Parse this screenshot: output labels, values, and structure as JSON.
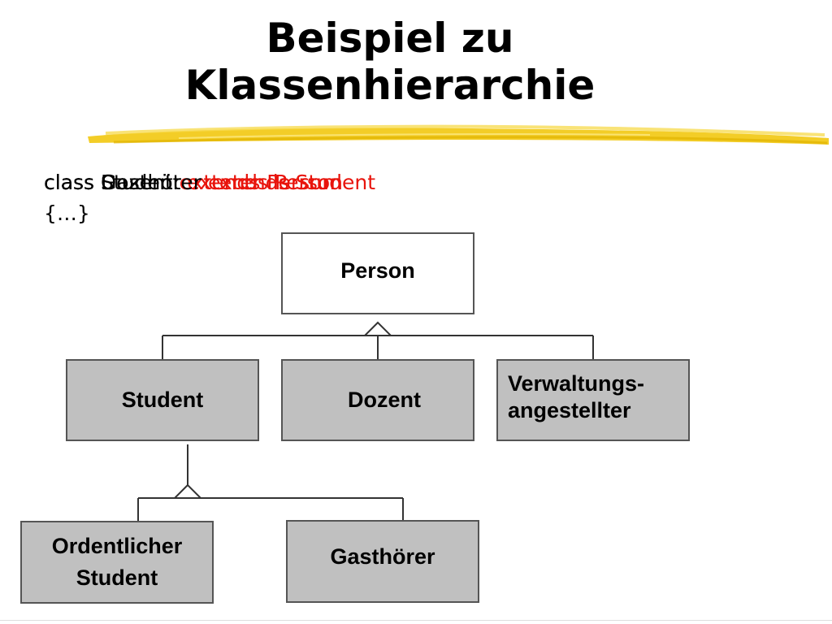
{
  "slide": {
    "title_line1": "Beispiel zu",
    "title_line2": "Klassenhierarchie"
  },
  "code": {
    "lines": [
      {
        "keyword": "class Student",
        "extends": " extends Person"
      },
      {
        "keyword": "class Dozent",
        "extends": " extends Person"
      },
      {
        "keyword": "class Gasthörer",
        "extends": " extends Student"
      }
    ],
    "body": "{…}"
  },
  "classes": {
    "person": "Person",
    "student": "Student",
    "dozent": "Dozent",
    "verwaltung_line1": "Verwaltungs-",
    "verwaltung_line2": "angestellter",
    "ordentlich_line1": "Ordentlicher",
    "ordentlich_line2": "Student",
    "gasthoerer": "Gasthörer"
  },
  "colors": {
    "highlight": "#f2c80f",
    "extends_keyword": "#e8140c",
    "box_fill": "#c0c0c0",
    "box_border": "#555555"
  }
}
